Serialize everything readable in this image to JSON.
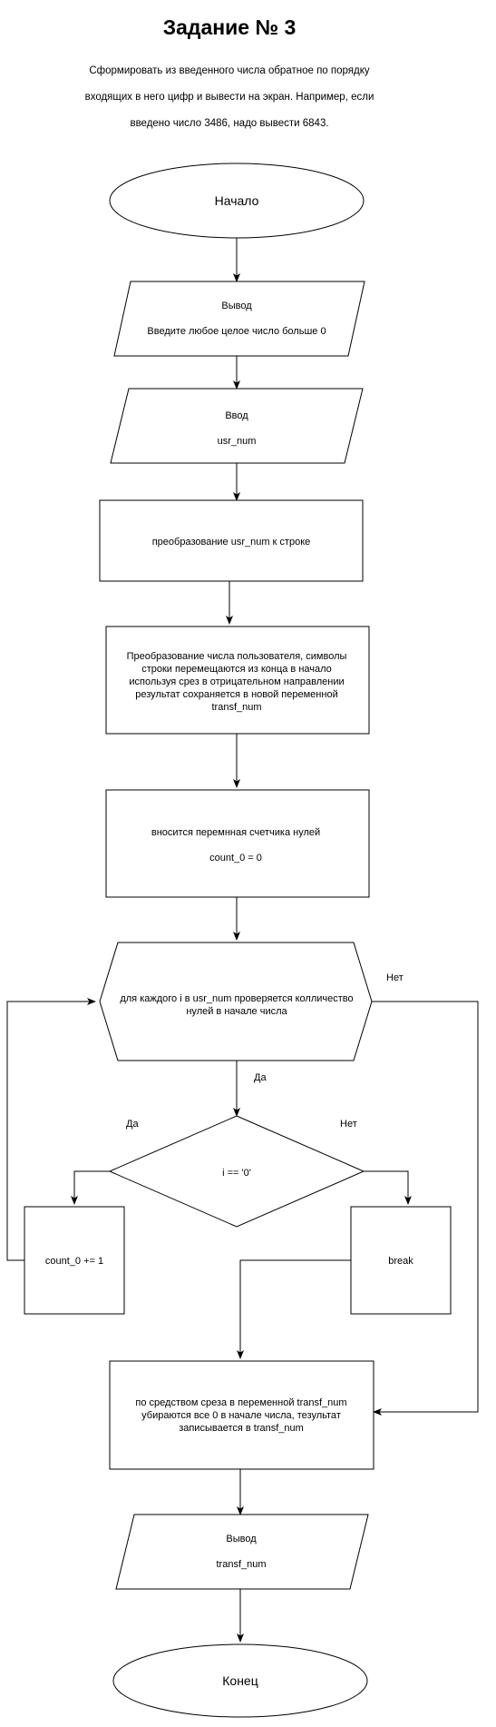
{
  "title": "Задание № 3",
  "description": [
    "Сформировать из введенного числа обратное по порядку",
    "входящих в него цифр и вывести на экран. Например, если",
    "введено число 3486, надо вывести 6843."
  ],
  "nodes": {
    "start": "Начало",
    "output1": [
      "Вывод",
      "Введите любое целое число больше 0"
    ],
    "input1": [
      "Ввод",
      "usr_num"
    ],
    "convert": "преобразование usr_num  к строке",
    "reverse": [
      "Преобразование числа пользователя, символы",
      "строки перемещаются из конца в начало",
      "используя срез в отрицательном направлении",
      "результат сохраняется в новой переменной",
      "transf_num"
    ],
    "counter": [
      "вносится перемнная счетчика нулей",
      "count_0 = 0"
    ],
    "loop": [
      "для каждого i  в usr_num проверяется колличество",
      "нулей в начале числа"
    ],
    "decision": "i == '0'",
    "increment": "count_0 += 1",
    "break_box": "break",
    "slice": [
      "по средством среза в переменной transf_num",
      "убираются все 0 в начале числа, тезультат",
      "записывается в transf_num"
    ],
    "output2": [
      "Вывод",
      "transf_num"
    ],
    "end": "Конец"
  },
  "edge_labels": {
    "loop_no": "Нет",
    "loop_yes": "Да",
    "decision_yes": "Да",
    "decision_no": "Нет"
  }
}
